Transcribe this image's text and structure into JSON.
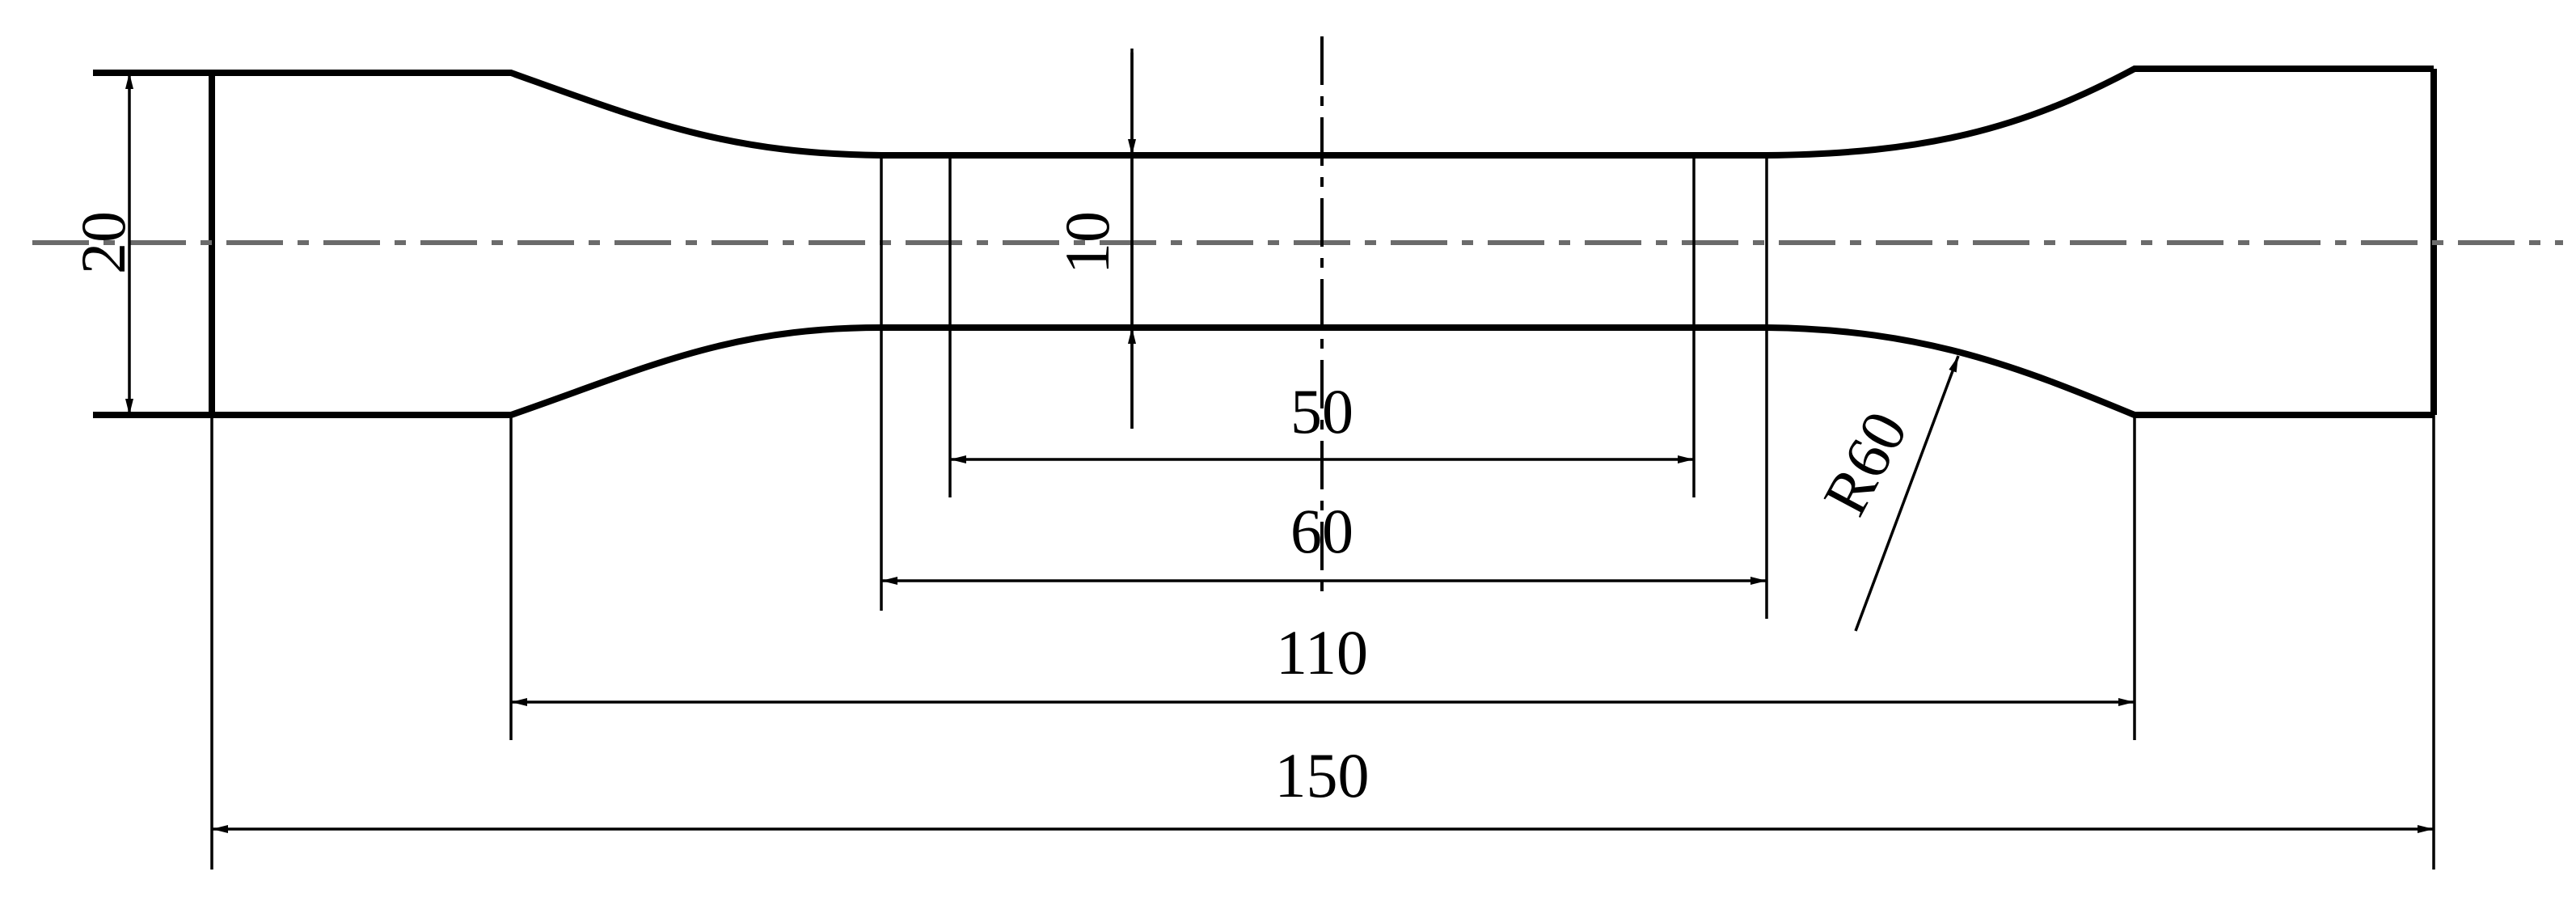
{
  "dimensions": {
    "grip_width": "20",
    "gauge_width": "10",
    "gauge_length": "50",
    "parallel_length": "60",
    "transition_length": "110",
    "overall_length": "150",
    "fillet_radius": "R60"
  },
  "colors": {
    "line": "#000000",
    "centerline": "#6b6b6b",
    "background": "#ffffff"
  }
}
